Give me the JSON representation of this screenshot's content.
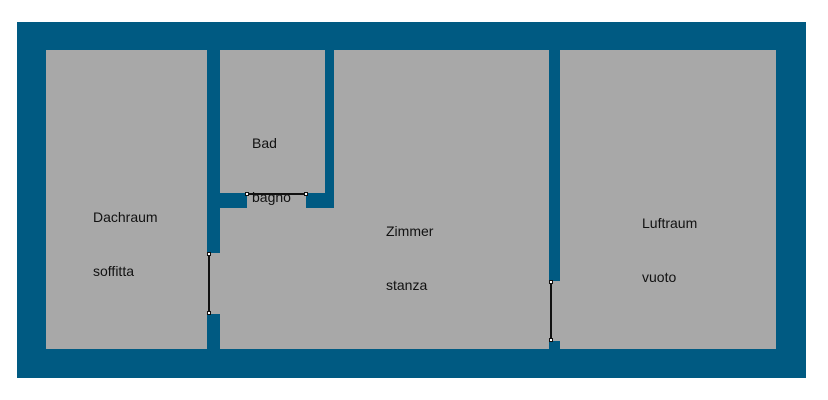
{
  "plan": {
    "colors": {
      "wall": "#005a82",
      "floor": "#a8a8a8",
      "background": "#ffffff",
      "door": "#111111"
    },
    "rooms": [
      {
        "id": "dachraum",
        "label_de": "Dachraum",
        "label_it": "soffitta"
      },
      {
        "id": "bad",
        "label_de": "Bad",
        "label_it": "bagno"
      },
      {
        "id": "zimmer",
        "label_de": "Zimmer",
        "label_it": "stanza"
      },
      {
        "id": "luftraum",
        "label_de": "Luftraum",
        "label_it": "vuoto"
      }
    ],
    "doors": [
      {
        "id": "door-bad-zimmer",
        "between": "Bad / Zimmer"
      },
      {
        "id": "door-dachraum-zimmer",
        "between": "Dachraum / Zimmer"
      },
      {
        "id": "door-zimmer-luftraum",
        "between": "Zimmer / Luftraum"
      }
    ]
  }
}
